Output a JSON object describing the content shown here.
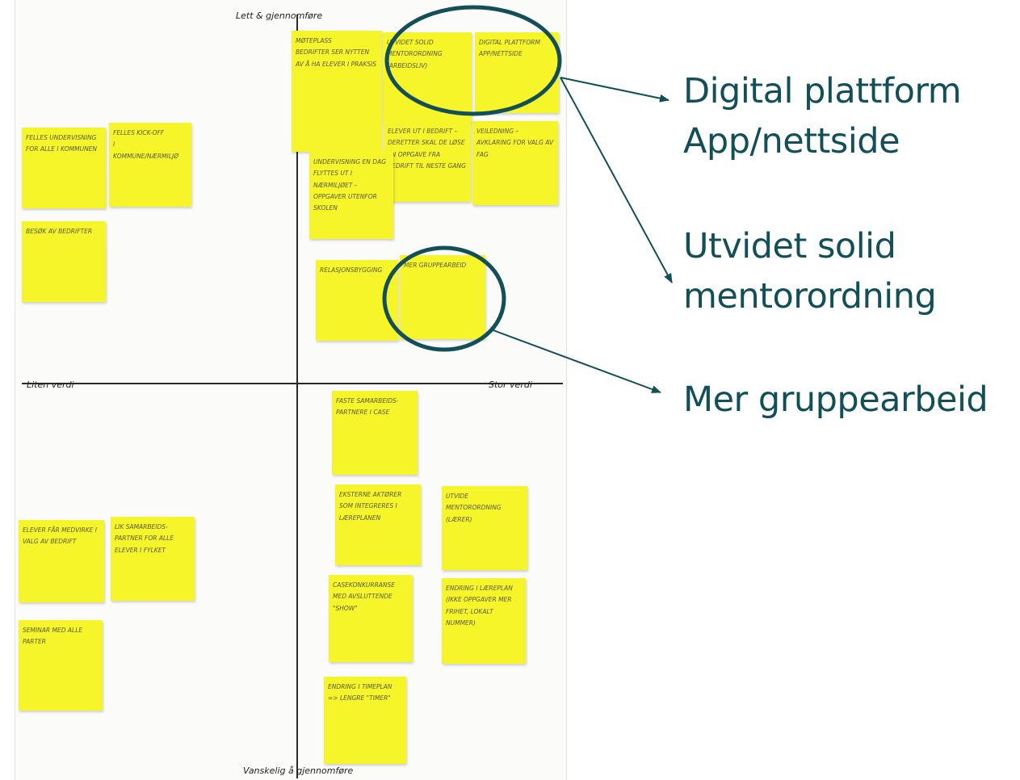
{
  "board": {
    "axes": {
      "top": "Lett & gjennomføre",
      "bottom": "Vanskelig å gjennomføre",
      "left": "Liten verdi",
      "right": "Stor verdi"
    },
    "notes": [
      {
        "id": "moteplass",
        "text": "Møteplass\nBedrifter ser nytten av å ha elever i praksis"
      },
      {
        "id": "utvidet-solid",
        "text": "Utvidet solid mentorordning (arbeidsliv)"
      },
      {
        "id": "digital-plattform",
        "text": "Digital plattform\nApp/nettside"
      },
      {
        "id": "elever-ut",
        "text": "Elever ut i bedrift – deretter skal de løse en oppgave fra bedrift til neste gang"
      },
      {
        "id": "veiledning",
        "text": "Veiledning – avklaring for valg av fag"
      },
      {
        "id": "undervisning",
        "text": "Undervisning en dag flyttes ut i nærmiljøet – oppgaver utenfor skolen"
      },
      {
        "id": "felles-undervisning",
        "text": "Felles undervisning for alle i kommunen"
      },
      {
        "id": "felles-kickoff",
        "text": "Felles kick-off\ni\nkommune/nærmiljø"
      },
      {
        "id": "besok",
        "text": "Besøk av bedrifter"
      },
      {
        "id": "relasjonsbygging",
        "text": "Relasjonsbygging"
      },
      {
        "id": "mer-gruppearbeid",
        "text": "Mer gruppearbeid"
      },
      {
        "id": "faste-samarbeid",
        "text": "Faste samarbeids-partnere i case"
      },
      {
        "id": "eksterne-aktorer",
        "text": "Eksterne aktører som integreres i læreplanen"
      },
      {
        "id": "utvide-mentor",
        "text": "Utvide mentorordning (lærer)"
      },
      {
        "id": "elever-fa-medvirke",
        "text": "Elever får medvirke i valg av bedrift"
      },
      {
        "id": "lik-samarbeid",
        "text": "Lik samarbeids-partner for alle elever i fylket"
      },
      {
        "id": "casekonkurranse",
        "text": "Casekonkurranse med avsluttende \"show\""
      },
      {
        "id": "endring-laereplan",
        "text": "Endring i læreplan (ikke oppgaver mer frihet, lokalt nummer)"
      },
      {
        "id": "seminar",
        "text": "Seminar med alle parter"
      },
      {
        "id": "endring-timeplan",
        "text": "Endring i timeplan\n=> Lengre \"timer\""
      }
    ]
  },
  "callouts": {
    "digital": {
      "line1": "Digital plattform",
      "line2": "App/nettside"
    },
    "mentor": {
      "line1": "Utvidet solid",
      "line2": "mentorordning"
    },
    "gruppe": {
      "line1": "Mer gruppearbeid"
    }
  },
  "colors": {
    "accent": "#124f59",
    "sticky": "#f6f52a",
    "axis": "#2a2a2a"
  }
}
